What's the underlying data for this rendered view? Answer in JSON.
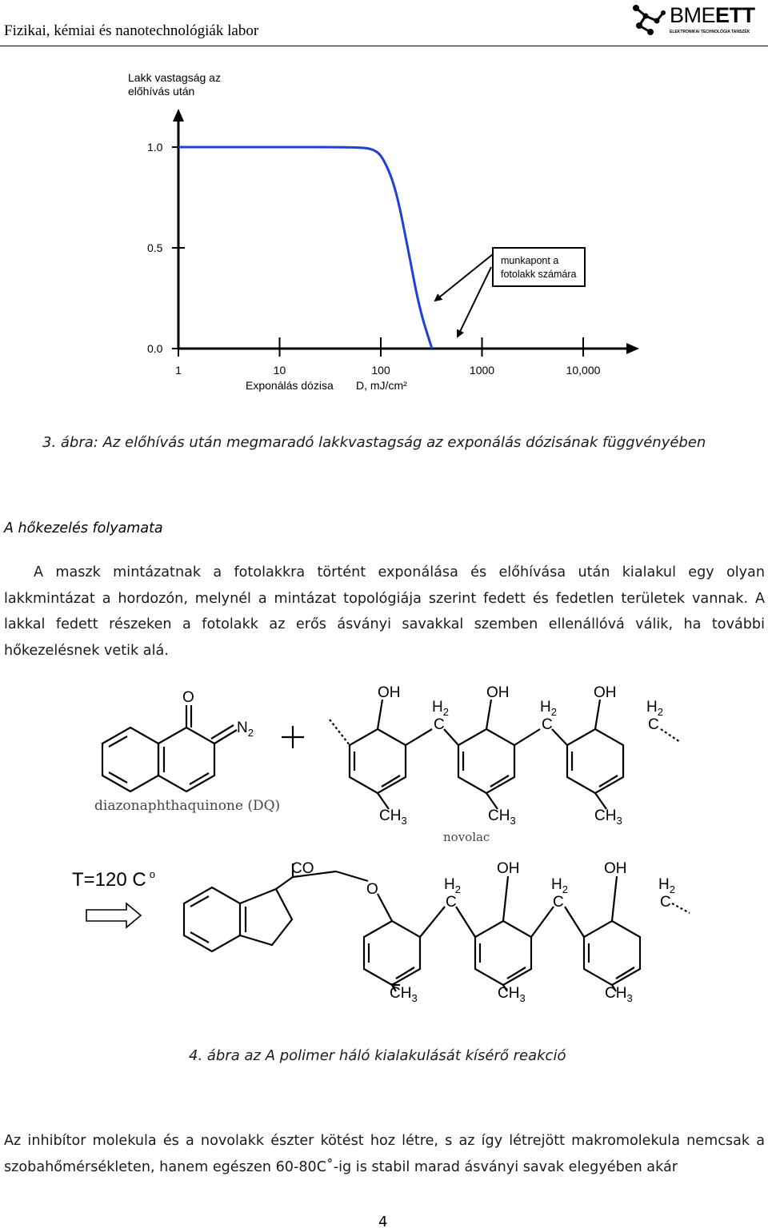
{
  "header": {
    "title": "Fizikai, kémiai és nanotechnológiák labor",
    "logo_main": "BME",
    "logo_bold": "ETT",
    "logo_sub": "ELEKTRONIKAI TECHNOLÓGIA TANSZÉK"
  },
  "chart_data": {
    "type": "line",
    "ylabel": "Lakk vastagság az előhívás után",
    "ylabel_line1": "Lakk vastagság az",
    "ylabel_line2": "előhívás után",
    "xlabel_part1": "Exponálás dózisa",
    "xlabel_part2": "D, mJ/cm²",
    "x_scale": "log",
    "xlim": [
      1,
      30000
    ],
    "ylim": [
      0,
      1.2
    ],
    "x_ticks": [
      {
        "value": 1,
        "label": "1"
      },
      {
        "value": 10,
        "label": "10"
      },
      {
        "value": 100,
        "label": "100"
      },
      {
        "value": 1000,
        "label": "1000"
      },
      {
        "value": 10000,
        "label": "10,000"
      }
    ],
    "y_ticks": [
      {
        "value": 0.0,
        "label": "0.0"
      },
      {
        "value": 0.5,
        "label": "0.5"
      },
      {
        "value": 1.0,
        "label": "1.0"
      }
    ],
    "series": [
      {
        "color": "#1f3fd8",
        "x": [
          1,
          10,
          60,
          85,
          105,
          140,
          185,
          240,
          320
        ],
        "y": [
          1.0,
          1.0,
          1.0,
          0.99,
          0.95,
          0.8,
          0.5,
          0.2,
          0.0
        ]
      }
    ],
    "annotation": {
      "line1": "munkapont a",
      "line2": "fotolakk számára"
    }
  },
  "figure3": {
    "caption": "3. ábra: Az előhívás után megmaradó lakkvastagság az exponálás dózisának függvényében"
  },
  "section_title": "A hőkezelés folyamata",
  "paragraph1": "A maszk mintázatnak a fotolakkra történt exponálása és előhívása után kialakul egy olyan lakkmintázat a hordozón, melynél a mintázat topológiája szerint fedett és fedetlen területek vannak. A lakkal fedett részeken a fotolakk az erős ásványi savakkal szemben ellenállóvá válik, ha további hőkezelésnek vetik alá.",
  "reaction": {
    "oxygen": "O",
    "n2": "N",
    "n2_sub": "2",
    "plus": "+",
    "dq_label": "diazonaphthaquinone (DQ)",
    "novolac_label": "novolac",
    "oh": "OH",
    "h": "H",
    "h_sub": "2",
    "c": "C",
    "ch": "CH",
    "ch_sub": "3",
    "co": "CO",
    "temperature": "T=120 C",
    "degree": "o"
  },
  "figure4": {
    "caption": "4. ábra az A polimer háló kialakulását kísérő reakció"
  },
  "paragraph2": "Az inhibítor molekula és a novolakk észter kötést hoz létre, s az így létrejött makromolekula nemcsak a szobahőmérsékleten, hanem egészen 60-80C˚-ig is stabil marad ásványi savak elegyében akár",
  "page_number": "4",
  "colors": {
    "curve": "#1f3fd8",
    "text": "#000000"
  }
}
